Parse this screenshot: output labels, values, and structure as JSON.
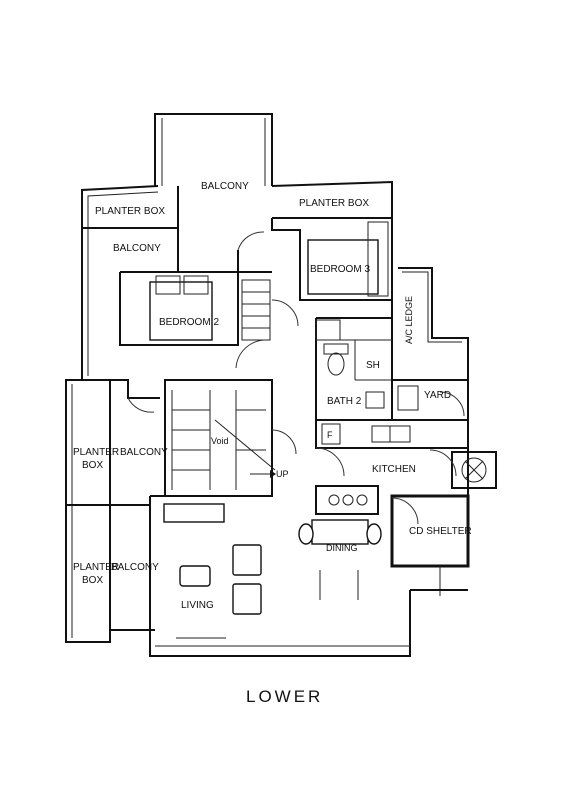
{
  "plan": {
    "title": "LOWER",
    "rooms": {
      "balcony_top": "BALCONY",
      "planter_box_top": "PLANTER BOX",
      "planter_box_left": "PLANTER BOX",
      "balcony_left_upper": "BALCONY",
      "bedroom_3": "BEDROOM 3",
      "bedroom_2": "BEDROOM 2",
      "ac_ledge": "A/C LEDGE",
      "sh": "SH",
      "bath_2": "BATH 2",
      "yard": "YARD",
      "void": "Void",
      "up": "UP",
      "kitchen": "KITCHEN",
      "cd_shelter": "CD SHELTER",
      "dining": "DINING",
      "planter_a": "PLANTER",
      "box_a": "BOX",
      "balcony_mid": "BALCONY",
      "planter_b": "PLANTER",
      "box_b": "BOX",
      "balcony_low": "BALCONY",
      "living": "LIVING",
      "fridge": "F"
    }
  }
}
